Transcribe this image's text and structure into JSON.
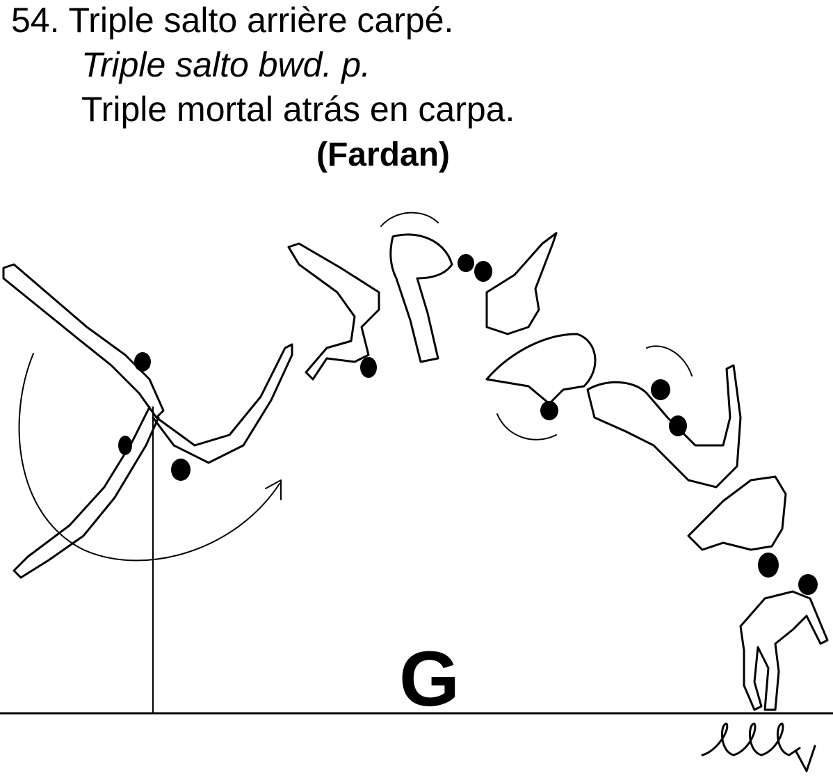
{
  "element": {
    "number_title_fr": "54. Triple salto arrière carpé.",
    "title_en": "Triple salto bwd. p.",
    "title_es": "Triple mortal atrás en carpa.",
    "author": "(Fardan)",
    "group": "G",
    "difficulty_mark": "lll v"
  }
}
